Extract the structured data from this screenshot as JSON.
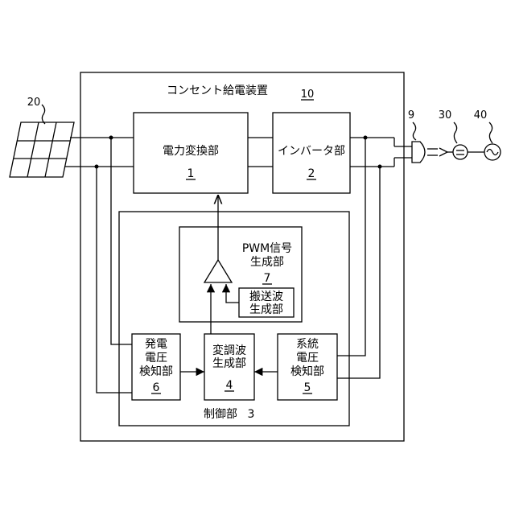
{
  "labels": {
    "device_title": "コンセント給電装置",
    "device_ref": "10",
    "panel_ref": "20",
    "plug_ref": "9",
    "meter_ref": "30",
    "grid_ref": "40",
    "power_conv": "電力変換部",
    "power_conv_num": "1",
    "inverter": "インバータ部",
    "inverter_num": "2",
    "control": "制御部",
    "control_num": "3",
    "pwm_line1": "PWM信号",
    "pwm_line2": "生成部",
    "pwm_num": "7",
    "carrier_line1": "搬送波",
    "carrier_line2": "生成部",
    "mod_line1": "変調波",
    "mod_line2": "生成部",
    "mod_num": "4",
    "gen_line1": "発電",
    "gen_line2": "電圧",
    "gen_line3": "検知部",
    "gen_num": "6",
    "sys_line1": "系統",
    "sys_line2": "電圧",
    "sys_line3": "検知部",
    "sys_num": "5"
  }
}
